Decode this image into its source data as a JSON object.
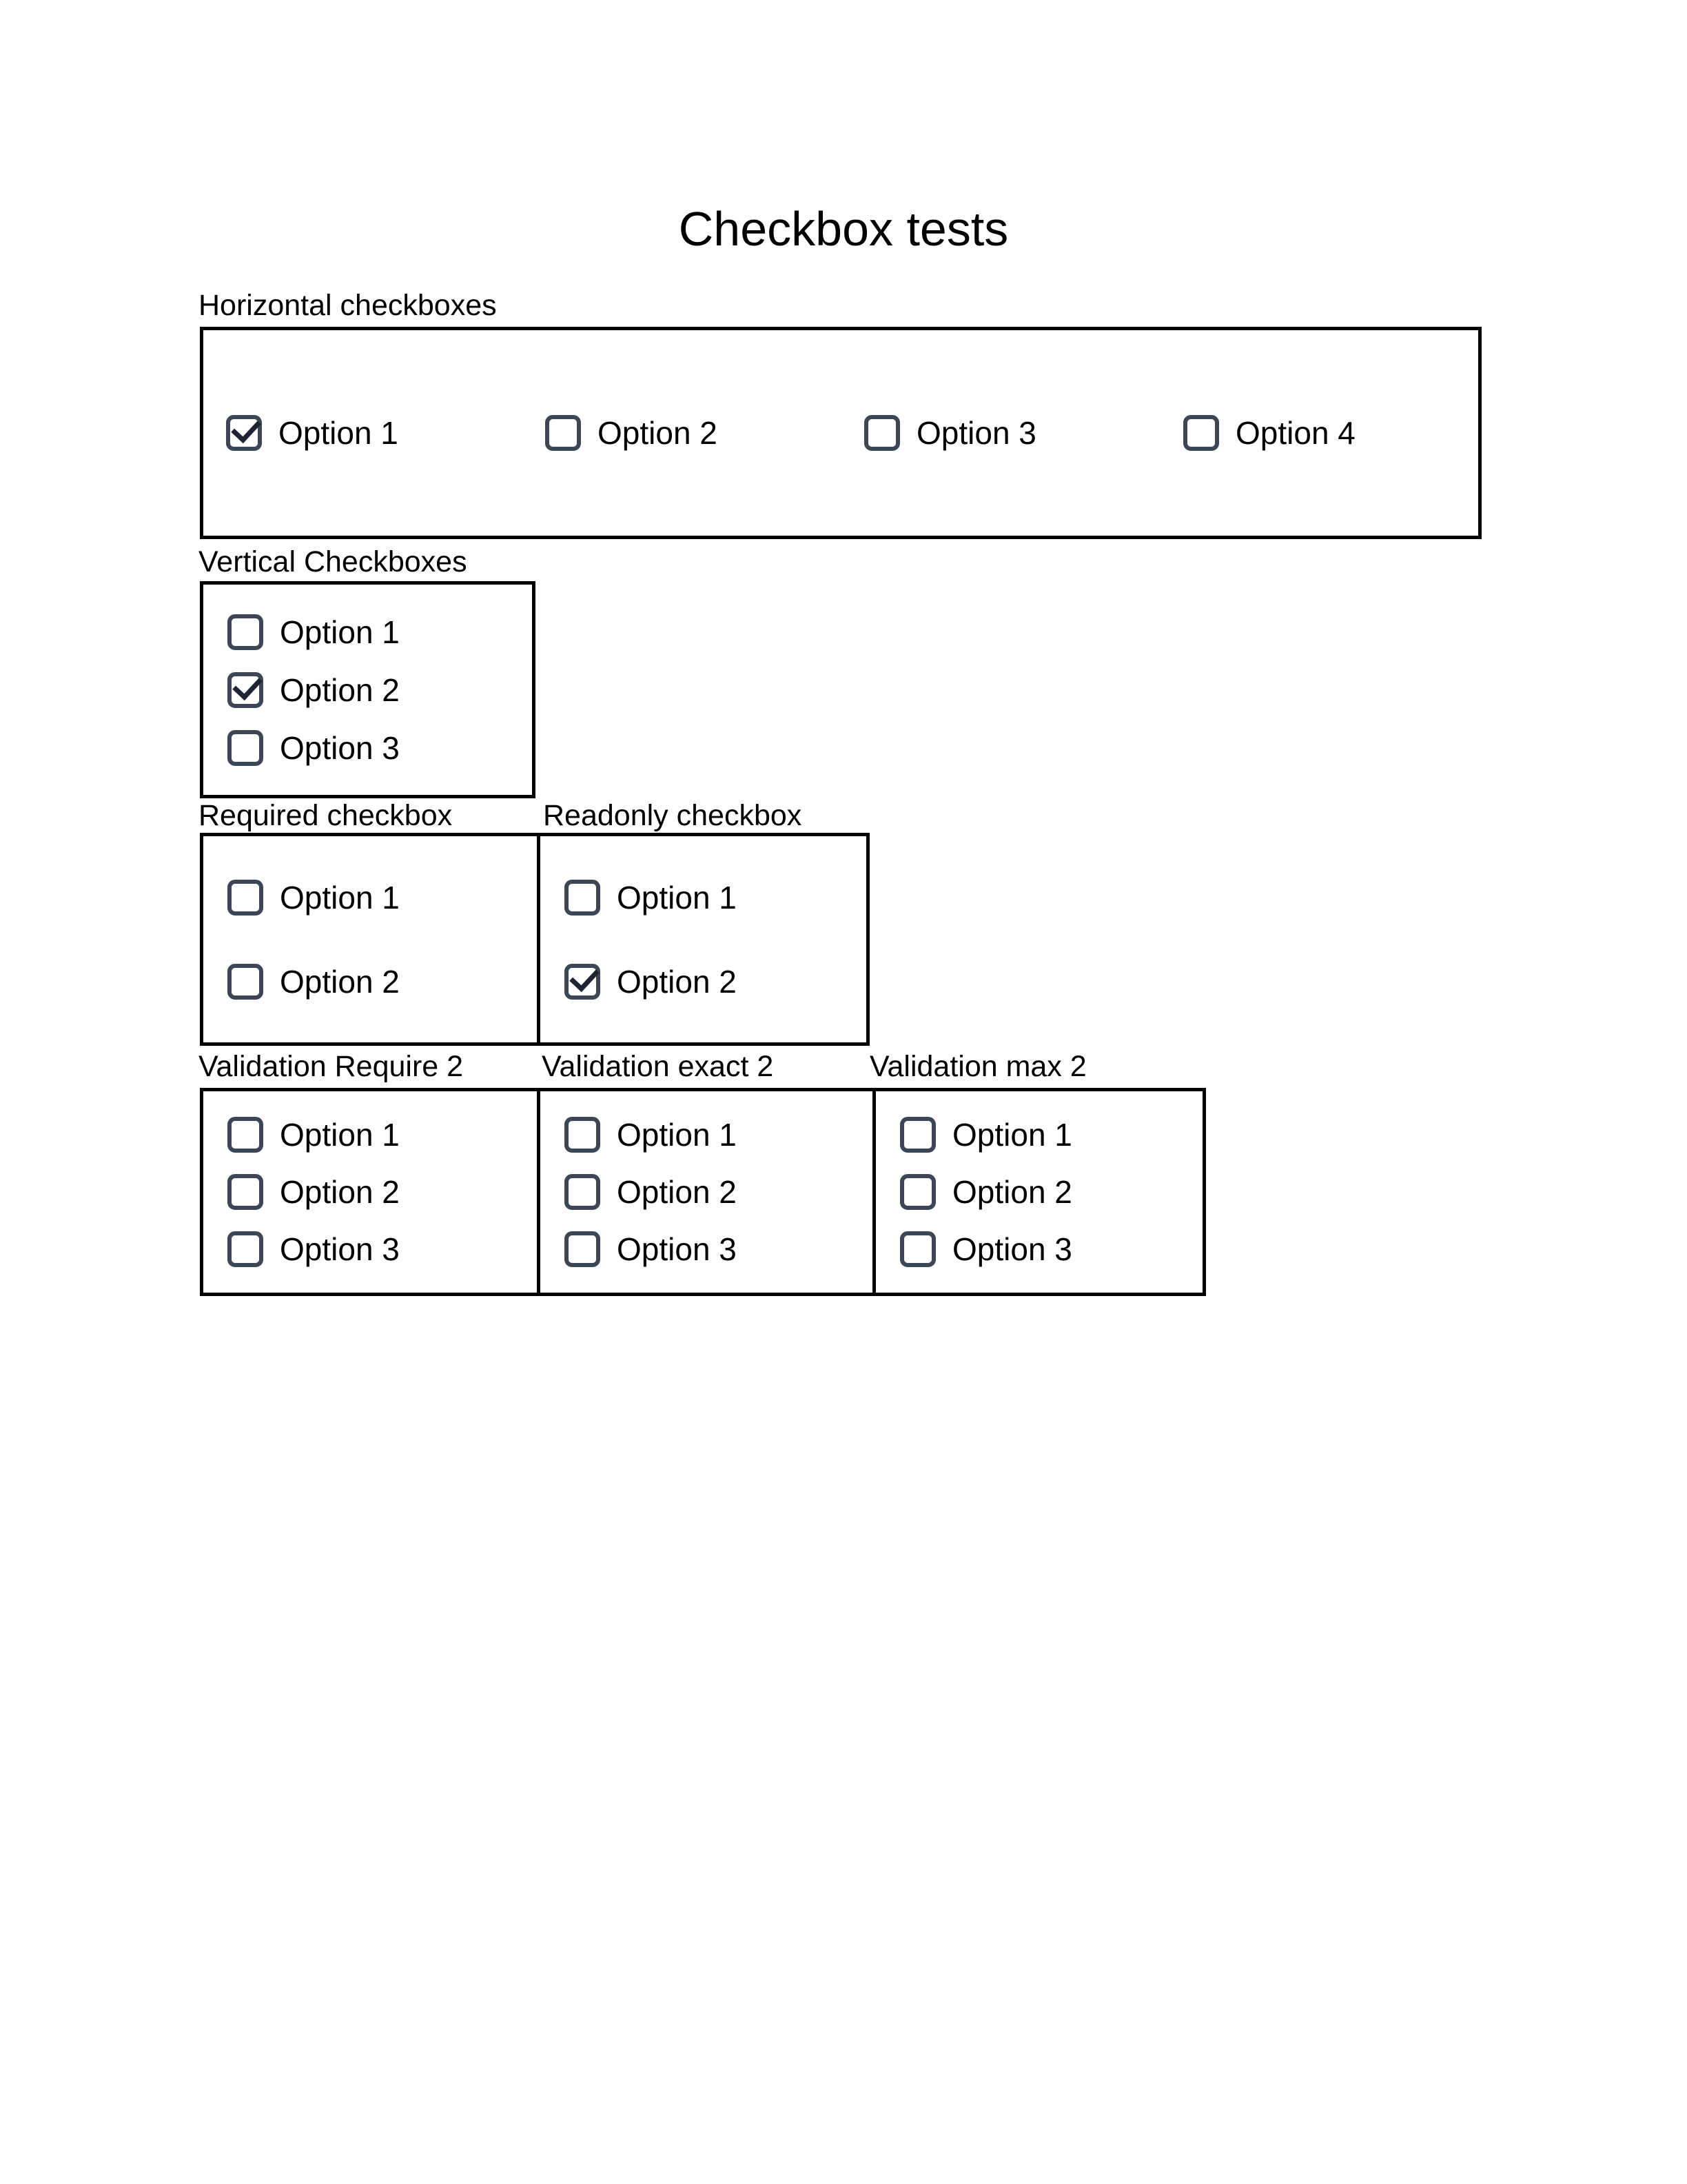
{
  "page": {
    "title": "Checkbox tests"
  },
  "style": {
    "checkbox_border_color": "#3b4657",
    "checkmark_color": "#1d2534",
    "box_border_color": "#000000",
    "background": "#ffffff"
  },
  "sections": {
    "horizontal": {
      "label": "Horizontal checkboxes",
      "options": [
        {
          "label": "Option 1",
          "checked": true
        },
        {
          "label": "Option 2",
          "checked": false
        },
        {
          "label": "Option 3",
          "checked": false
        },
        {
          "label": "Option 4",
          "checked": false
        }
      ]
    },
    "vertical": {
      "label": "Vertical Checkboxes",
      "options": [
        {
          "label": "Option 1",
          "checked": false
        },
        {
          "label": "Option 2",
          "checked": true
        },
        {
          "label": "Option 3",
          "checked": false
        }
      ]
    },
    "required": {
      "label": "Required checkbox",
      "options": [
        {
          "label": "Option 1",
          "checked": false
        },
        {
          "label": "Option 2",
          "checked": false
        }
      ]
    },
    "readonly": {
      "label": "Readonly checkbox",
      "options": [
        {
          "label": "Option 1",
          "checked": false
        },
        {
          "label": "Option 2",
          "checked": true
        }
      ]
    },
    "validation_require": {
      "label": "Validation Require 2",
      "options": [
        {
          "label": "Option 1",
          "checked": false
        },
        {
          "label": "Option 2",
          "checked": false
        },
        {
          "label": "Option 3",
          "checked": false
        }
      ]
    },
    "validation_exact": {
      "label": "Validation exact 2",
      "options": [
        {
          "label": "Option 1",
          "checked": false
        },
        {
          "label": "Option 2",
          "checked": false
        },
        {
          "label": "Option 3",
          "checked": false
        }
      ]
    },
    "validation_max": {
      "label": "Validation max 2",
      "options": [
        {
          "label": "Option 1",
          "checked": false
        },
        {
          "label": "Option 2",
          "checked": false
        },
        {
          "label": "Option 3",
          "checked": false
        }
      ]
    }
  }
}
